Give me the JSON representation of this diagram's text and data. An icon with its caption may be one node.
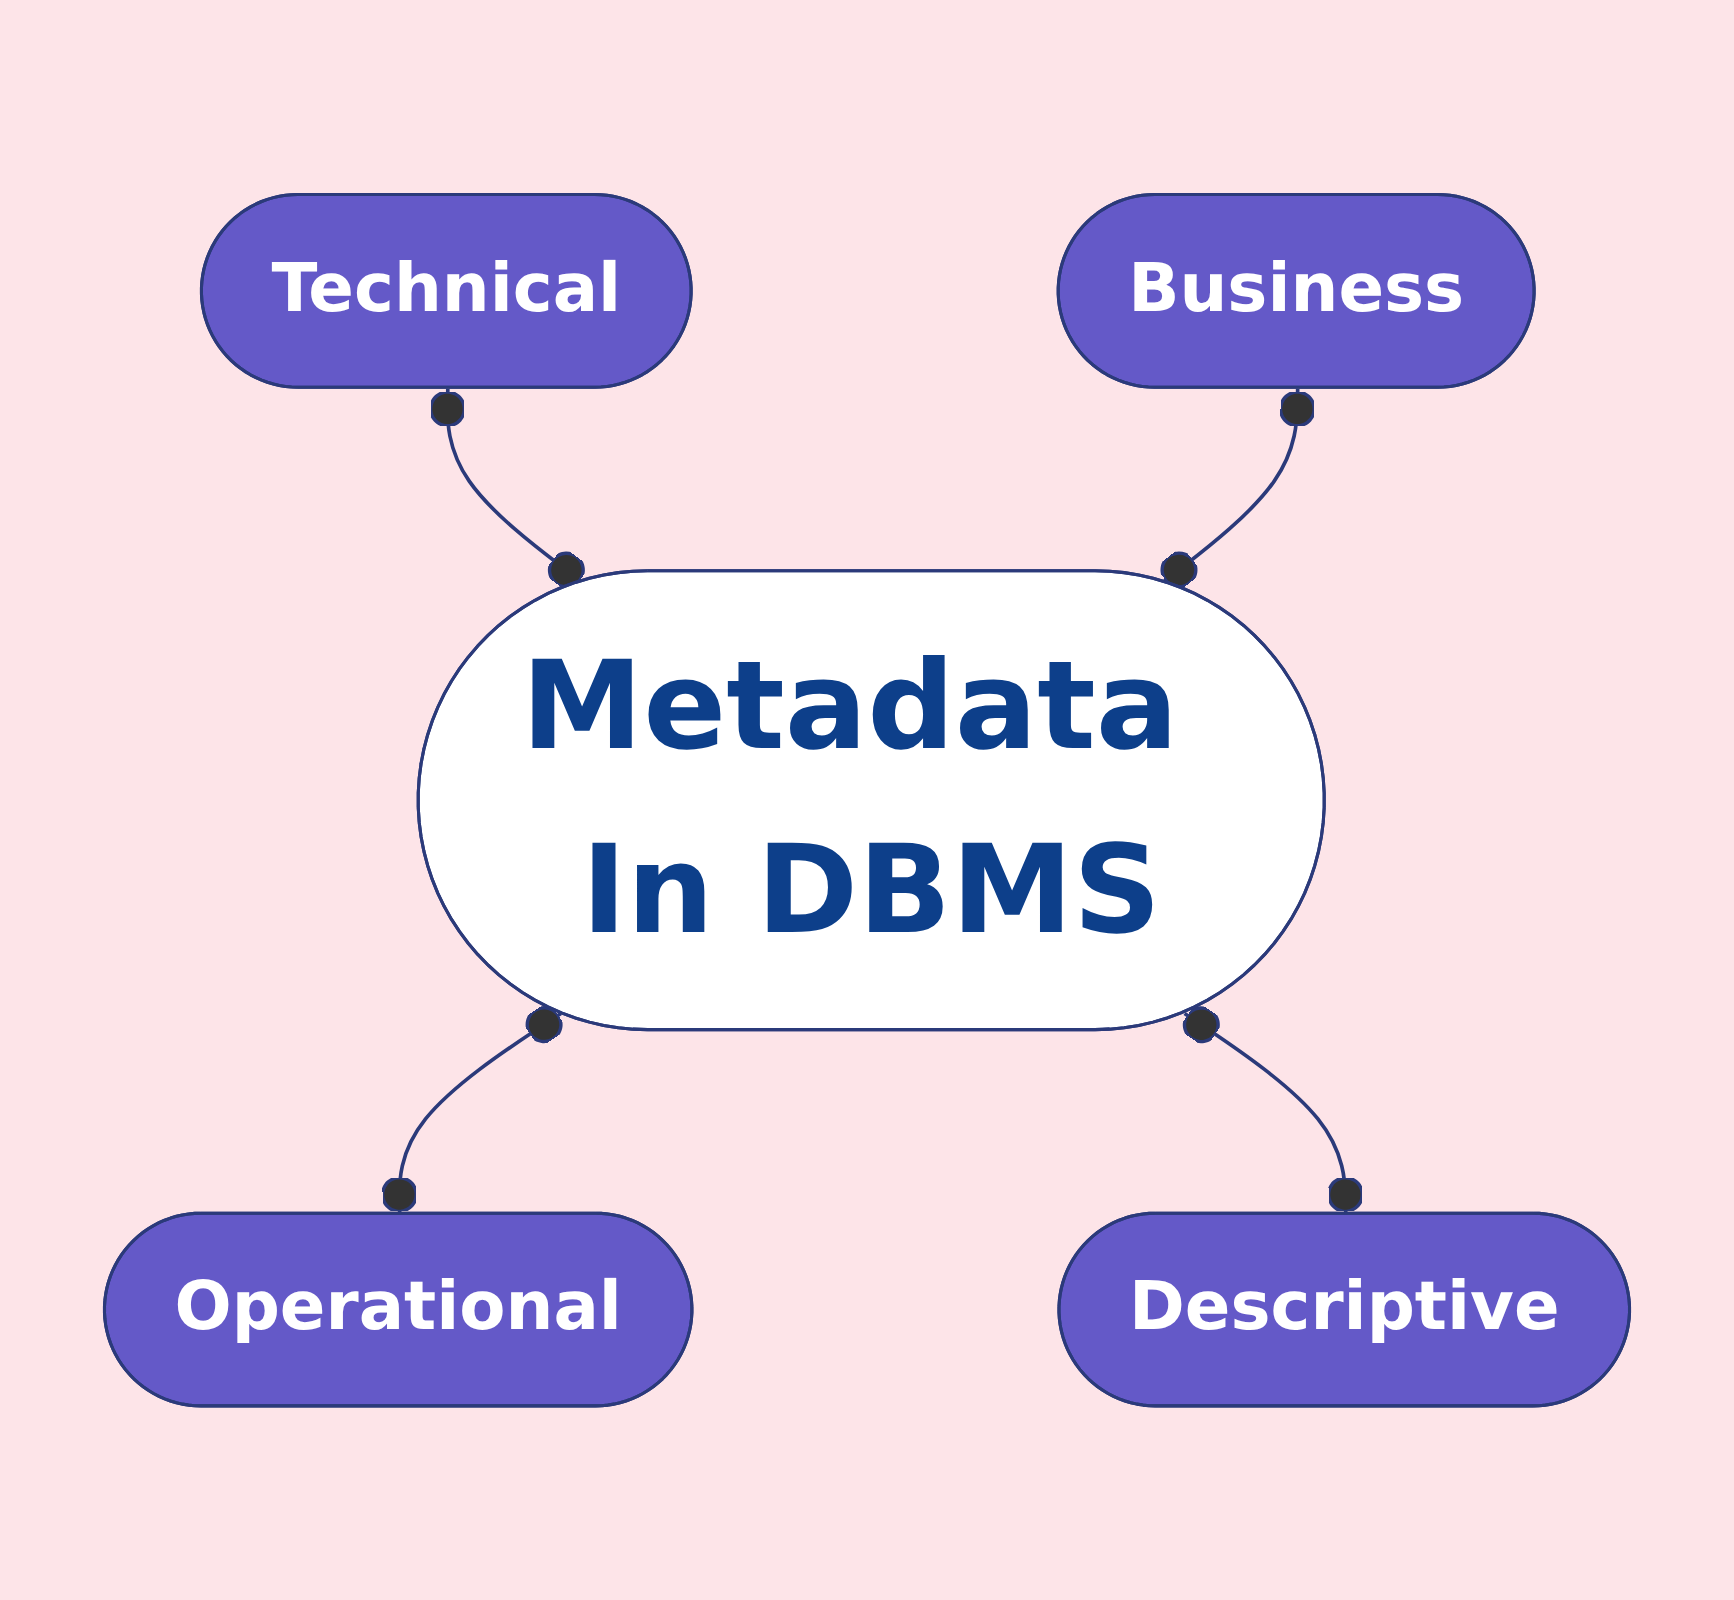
{
  "diagram": {
    "nodes": [
      {
        "text": [
          "Technical"
        ]
      },
      {
        "text": [
          "Business"
        ]
      },
      {
        "text": [
          "Metadata In DBMS"
        ]
      },
      {
        "text": [
          "Operational"
        ]
      },
      {
        "text": [
          "Descriptive"
        ]
      }
    ],
    "edges": [
      {
        "from": 0,
        "to": 2,
        "arrow": "other"
      },
      {
        "from": 1,
        "to": 2,
        "arrow": "other"
      },
      {
        "from": 2,
        "to": 3,
        "arrow": "other"
      },
      {
        "from": 2,
        "to": 4,
        "arrow": "other"
      }
    ]
  }
}
